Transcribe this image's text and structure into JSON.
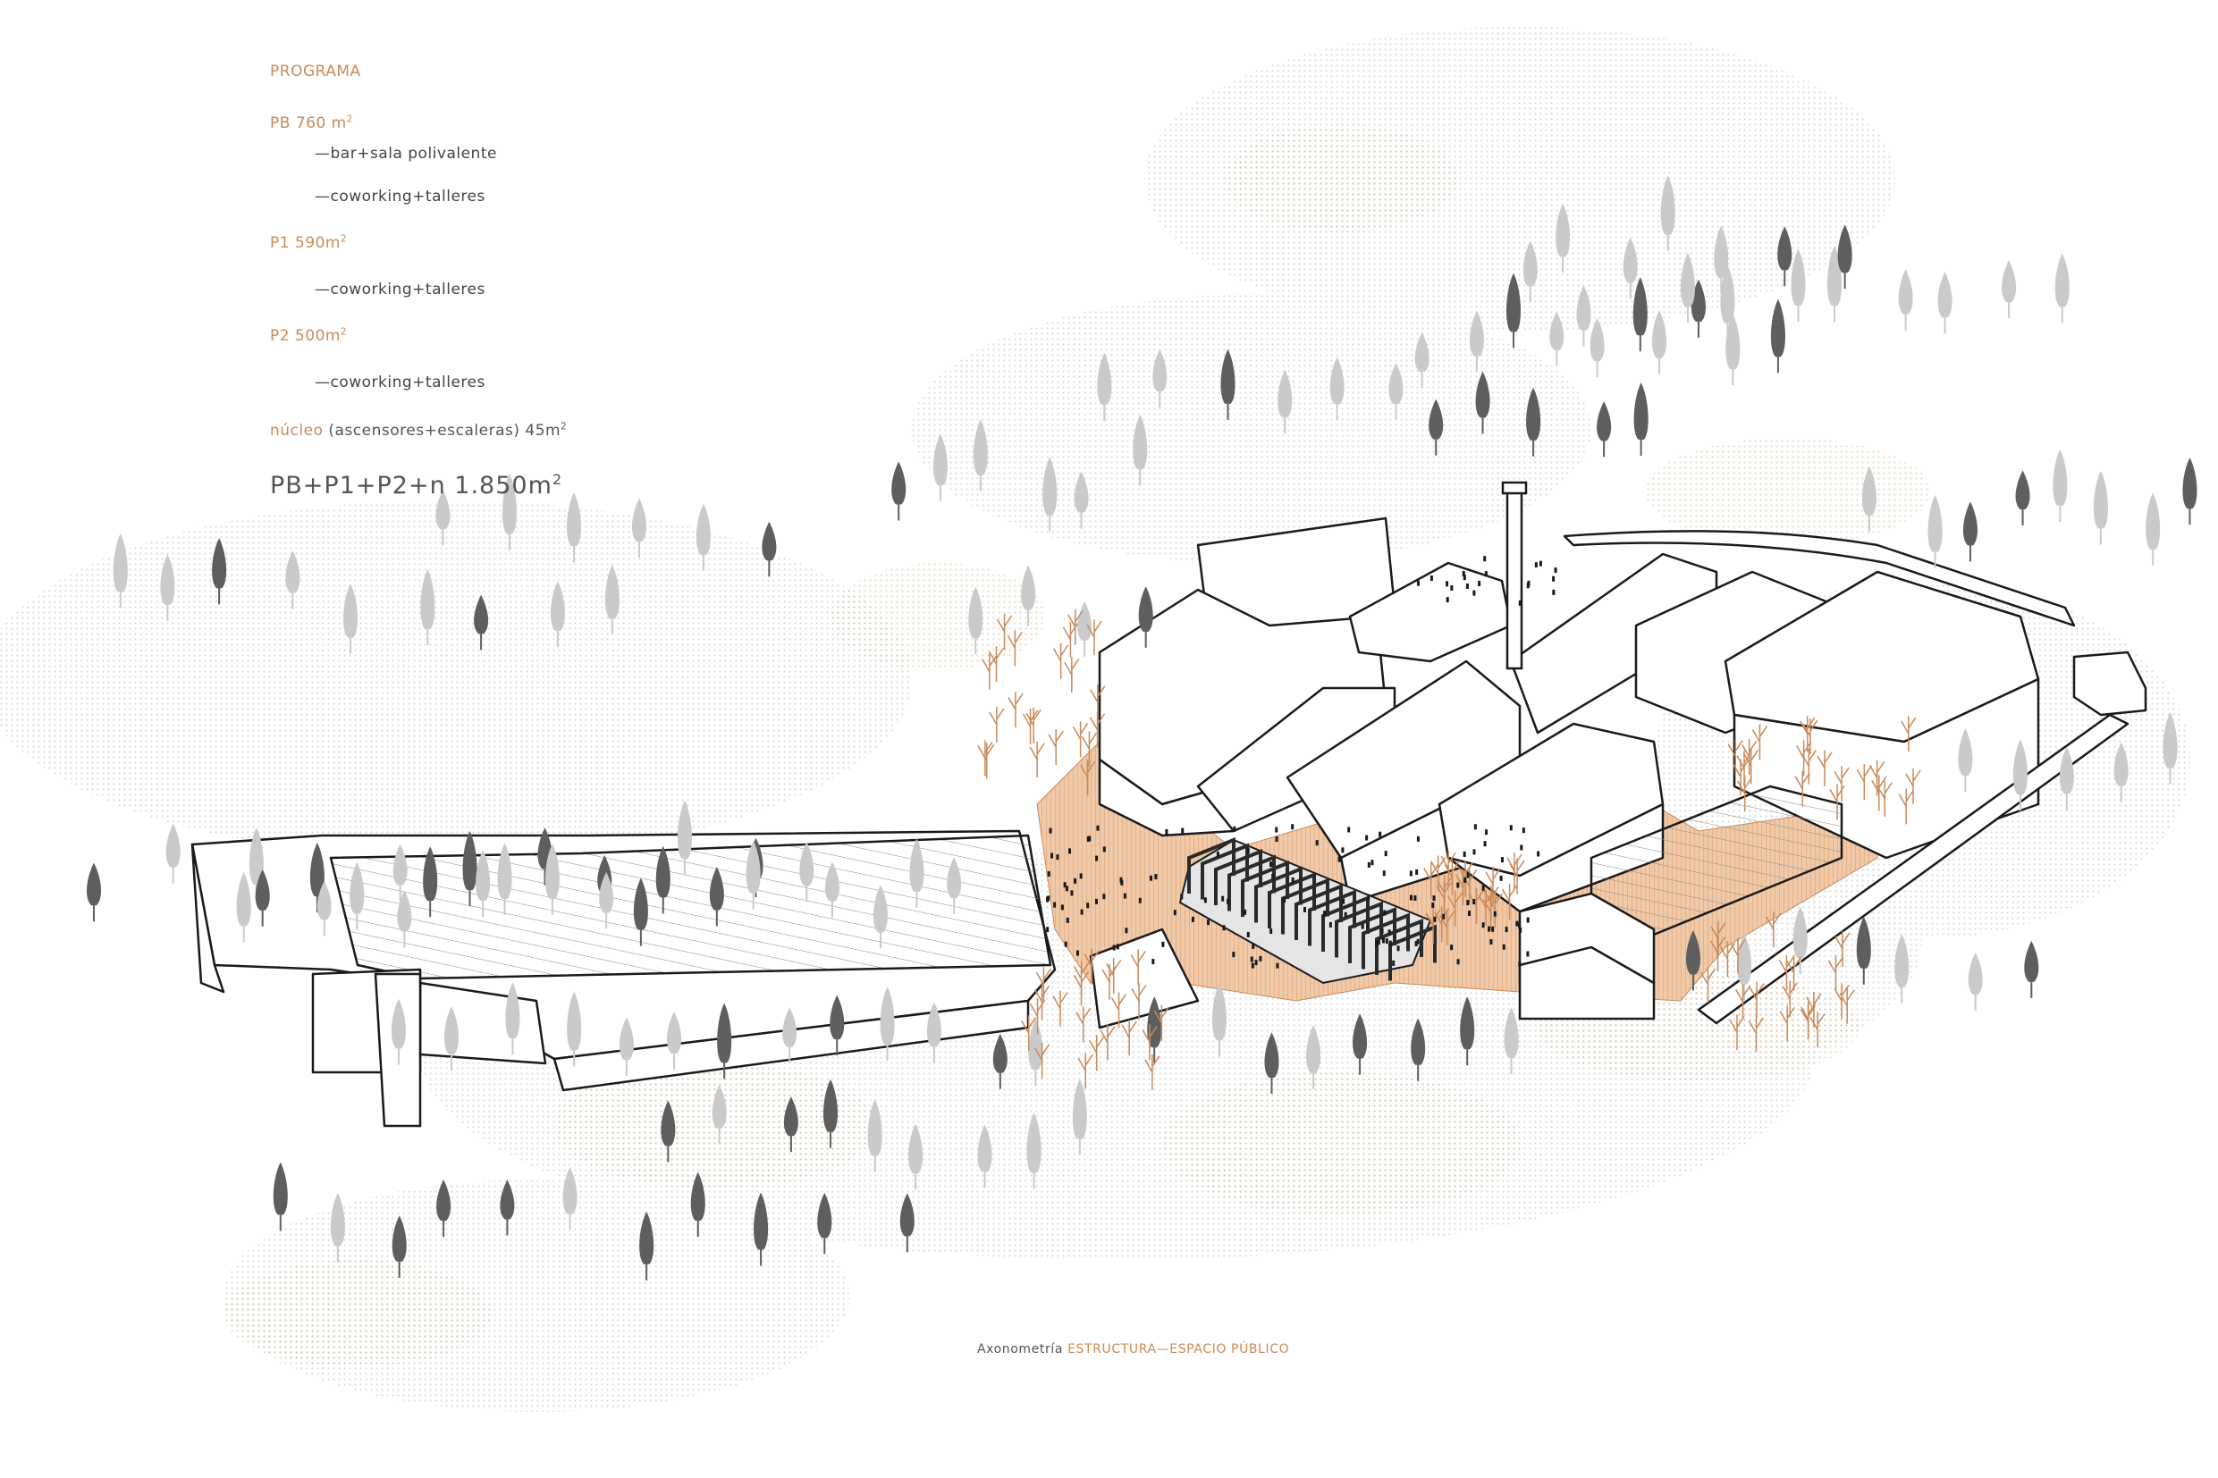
{
  "colors": {
    "accent": "#c98a5a",
    "ink": "#222222",
    "text": "#555555",
    "tree_light": "#cfcfcf",
    "tree_dark": "#6a6a6a",
    "plaza": "#e9b690"
  },
  "legend": {
    "title": "PROGRAMA",
    "pb": {
      "label": "PB 760 m",
      "sup": "2",
      "items": [
        "—bar+sala polivalente",
        "—coworking+talleres"
      ]
    },
    "p1": {
      "label": "P1 590m",
      "sup": "2",
      "items": [
        "—coworking+talleres"
      ]
    },
    "p2": {
      "label": "P2 500m",
      "sup": "2",
      "items": [
        "—coworking+talleres"
      ]
    },
    "nucleo": {
      "label": "núcleo",
      "detail": "(ascensores+escaleras) 45m",
      "sup": "2"
    },
    "total": {
      "label": "PB+P1+P2+n 1.850m",
      "sup": "2"
    }
  },
  "caption": {
    "prefix": "Axonometría",
    "highlight": "ESTRUCTURA—ESPACIO PÚBLICO"
  },
  "icons": [
    "tree-icon",
    "reed-icon",
    "person-icon",
    "chimney-icon"
  ]
}
